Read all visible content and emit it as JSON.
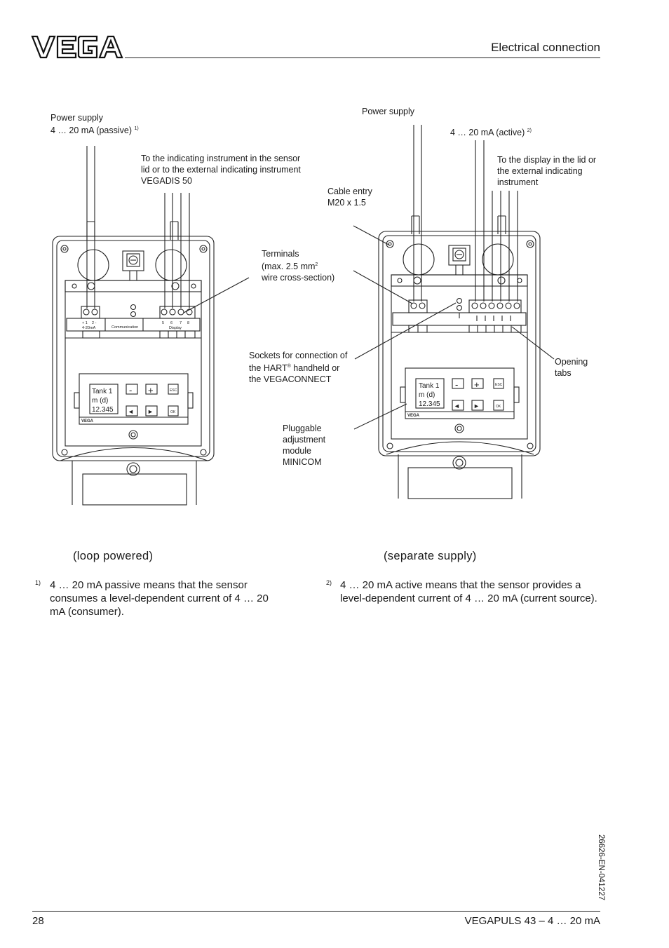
{
  "header": {
    "title": "Electrical connection"
  },
  "left_diagram": {
    "power_supply_label": "Power supply",
    "power_supply_sub": "4 … 20 mA (passive)",
    "power_supply_note": "1)",
    "indicating_label": "To the indicating instrument in the sensor lid or to the external indicating instrument VEGADIS 50",
    "terminal_texts": [
      "+ 1",
      "2 -",
      "4-20mA",
      "Communication",
      "5",
      "6",
      "7",
      "8",
      "Display"
    ],
    "display": {
      "line1": "Tank 1",
      "line2": "m (d)",
      "line3": "12.345"
    },
    "keys": {
      "minus": "-",
      "plus": "+",
      "esc": "ESC",
      "left": "◄",
      "right": "►",
      "ok": "OK"
    },
    "brand": "VEGA",
    "caption": "(loop powered)"
  },
  "center_labels": {
    "cable_entry_1": "Cable entry",
    "cable_entry_2": "M20 x 1.5",
    "terminals_1": "Terminals",
    "terminals_2": "(max. 2.5 mm",
    "terminals_sup": "2",
    "terminals_3": "wire cross-section)",
    "sockets_1": "Sockets for connection of",
    "sockets_2a": "the HART",
    "sockets_2reg": "®",
    "sockets_2b": " handheld or",
    "sockets_3": "the VEGACONNECT",
    "module_1": "Pluggable",
    "module_2": "adjustment",
    "module_3": "module",
    "module_4": "MINICOM"
  },
  "right_diagram": {
    "power_supply_label": "Power supply",
    "active_label": "4 … 20 mA (active)",
    "active_note": "2)",
    "display_label": "To the display in the lid or the external indicating instrument",
    "opening_1": "Opening",
    "opening_2": "tabs",
    "display": {
      "line1": "Tank 1",
      "line2": "m (d)",
      "line3": "12.345"
    },
    "keys": {
      "minus": "-",
      "plus": "+",
      "esc": "ESC",
      "left": "◄",
      "right": "►",
      "ok": "OK"
    },
    "brand": "VEGA",
    "caption": "(separate supply)"
  },
  "footnotes": [
    {
      "num": "1)",
      "text": "4 … 20 mA passive means that the sensor consumes a level-dependent current of 4 … 20 mA (consumer)."
    },
    {
      "num": "2)",
      "text": "4 … 20 mA active means that the sensor provides a level-dependent current of 4 … 20 mA (current source)."
    }
  ],
  "footer": {
    "page_number": "28",
    "product": "VEGAPULS 43 – 4 … 20 mA",
    "doc_id": "26626-EN-041227"
  }
}
